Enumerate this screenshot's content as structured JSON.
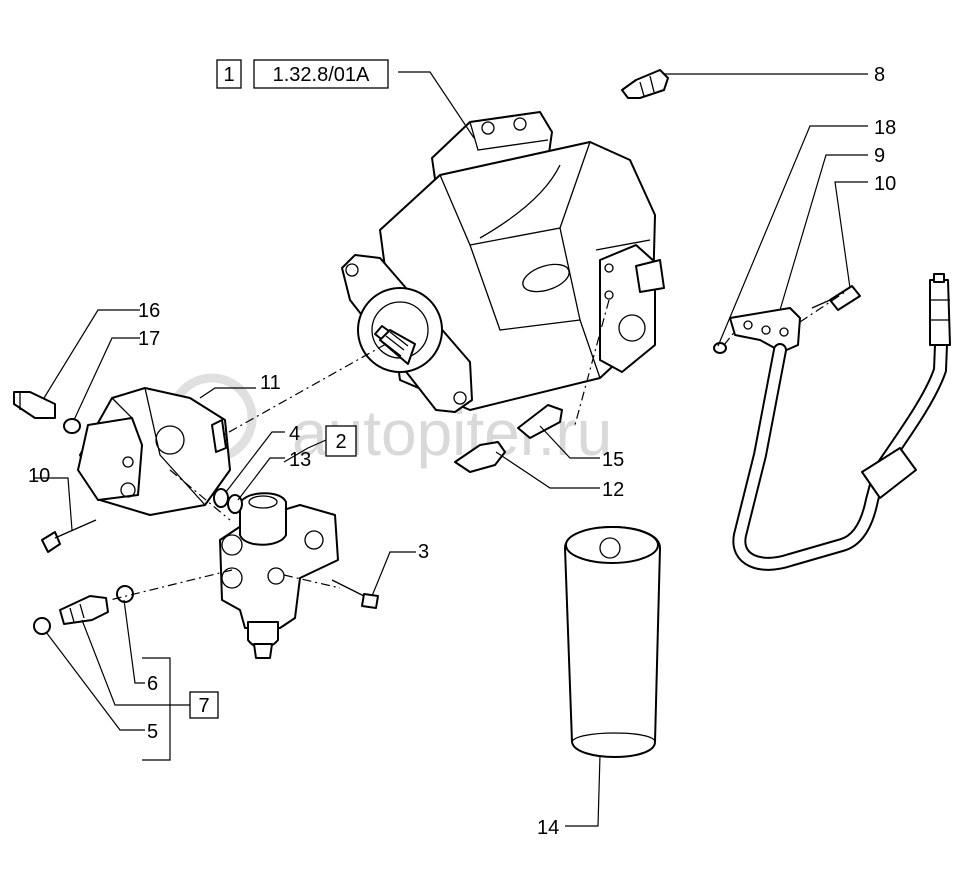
{
  "watermark": "autopiter.ru",
  "reference_boxes": {
    "group_number": "1",
    "reference_code": "1.32.8/01A",
    "boxed_callout": "7",
    "boxed_callout_2": "2"
  },
  "callouts": {
    "c8": "8",
    "c18": "18",
    "c9": "9",
    "c10_right": "10",
    "c16": "16",
    "c17": "17",
    "c11": "11",
    "c4": "4",
    "c13": "13",
    "c10_left": "10",
    "c15": "15",
    "c12": "12",
    "c3": "3",
    "c6": "6",
    "c5": "5",
    "c14": "14"
  }
}
